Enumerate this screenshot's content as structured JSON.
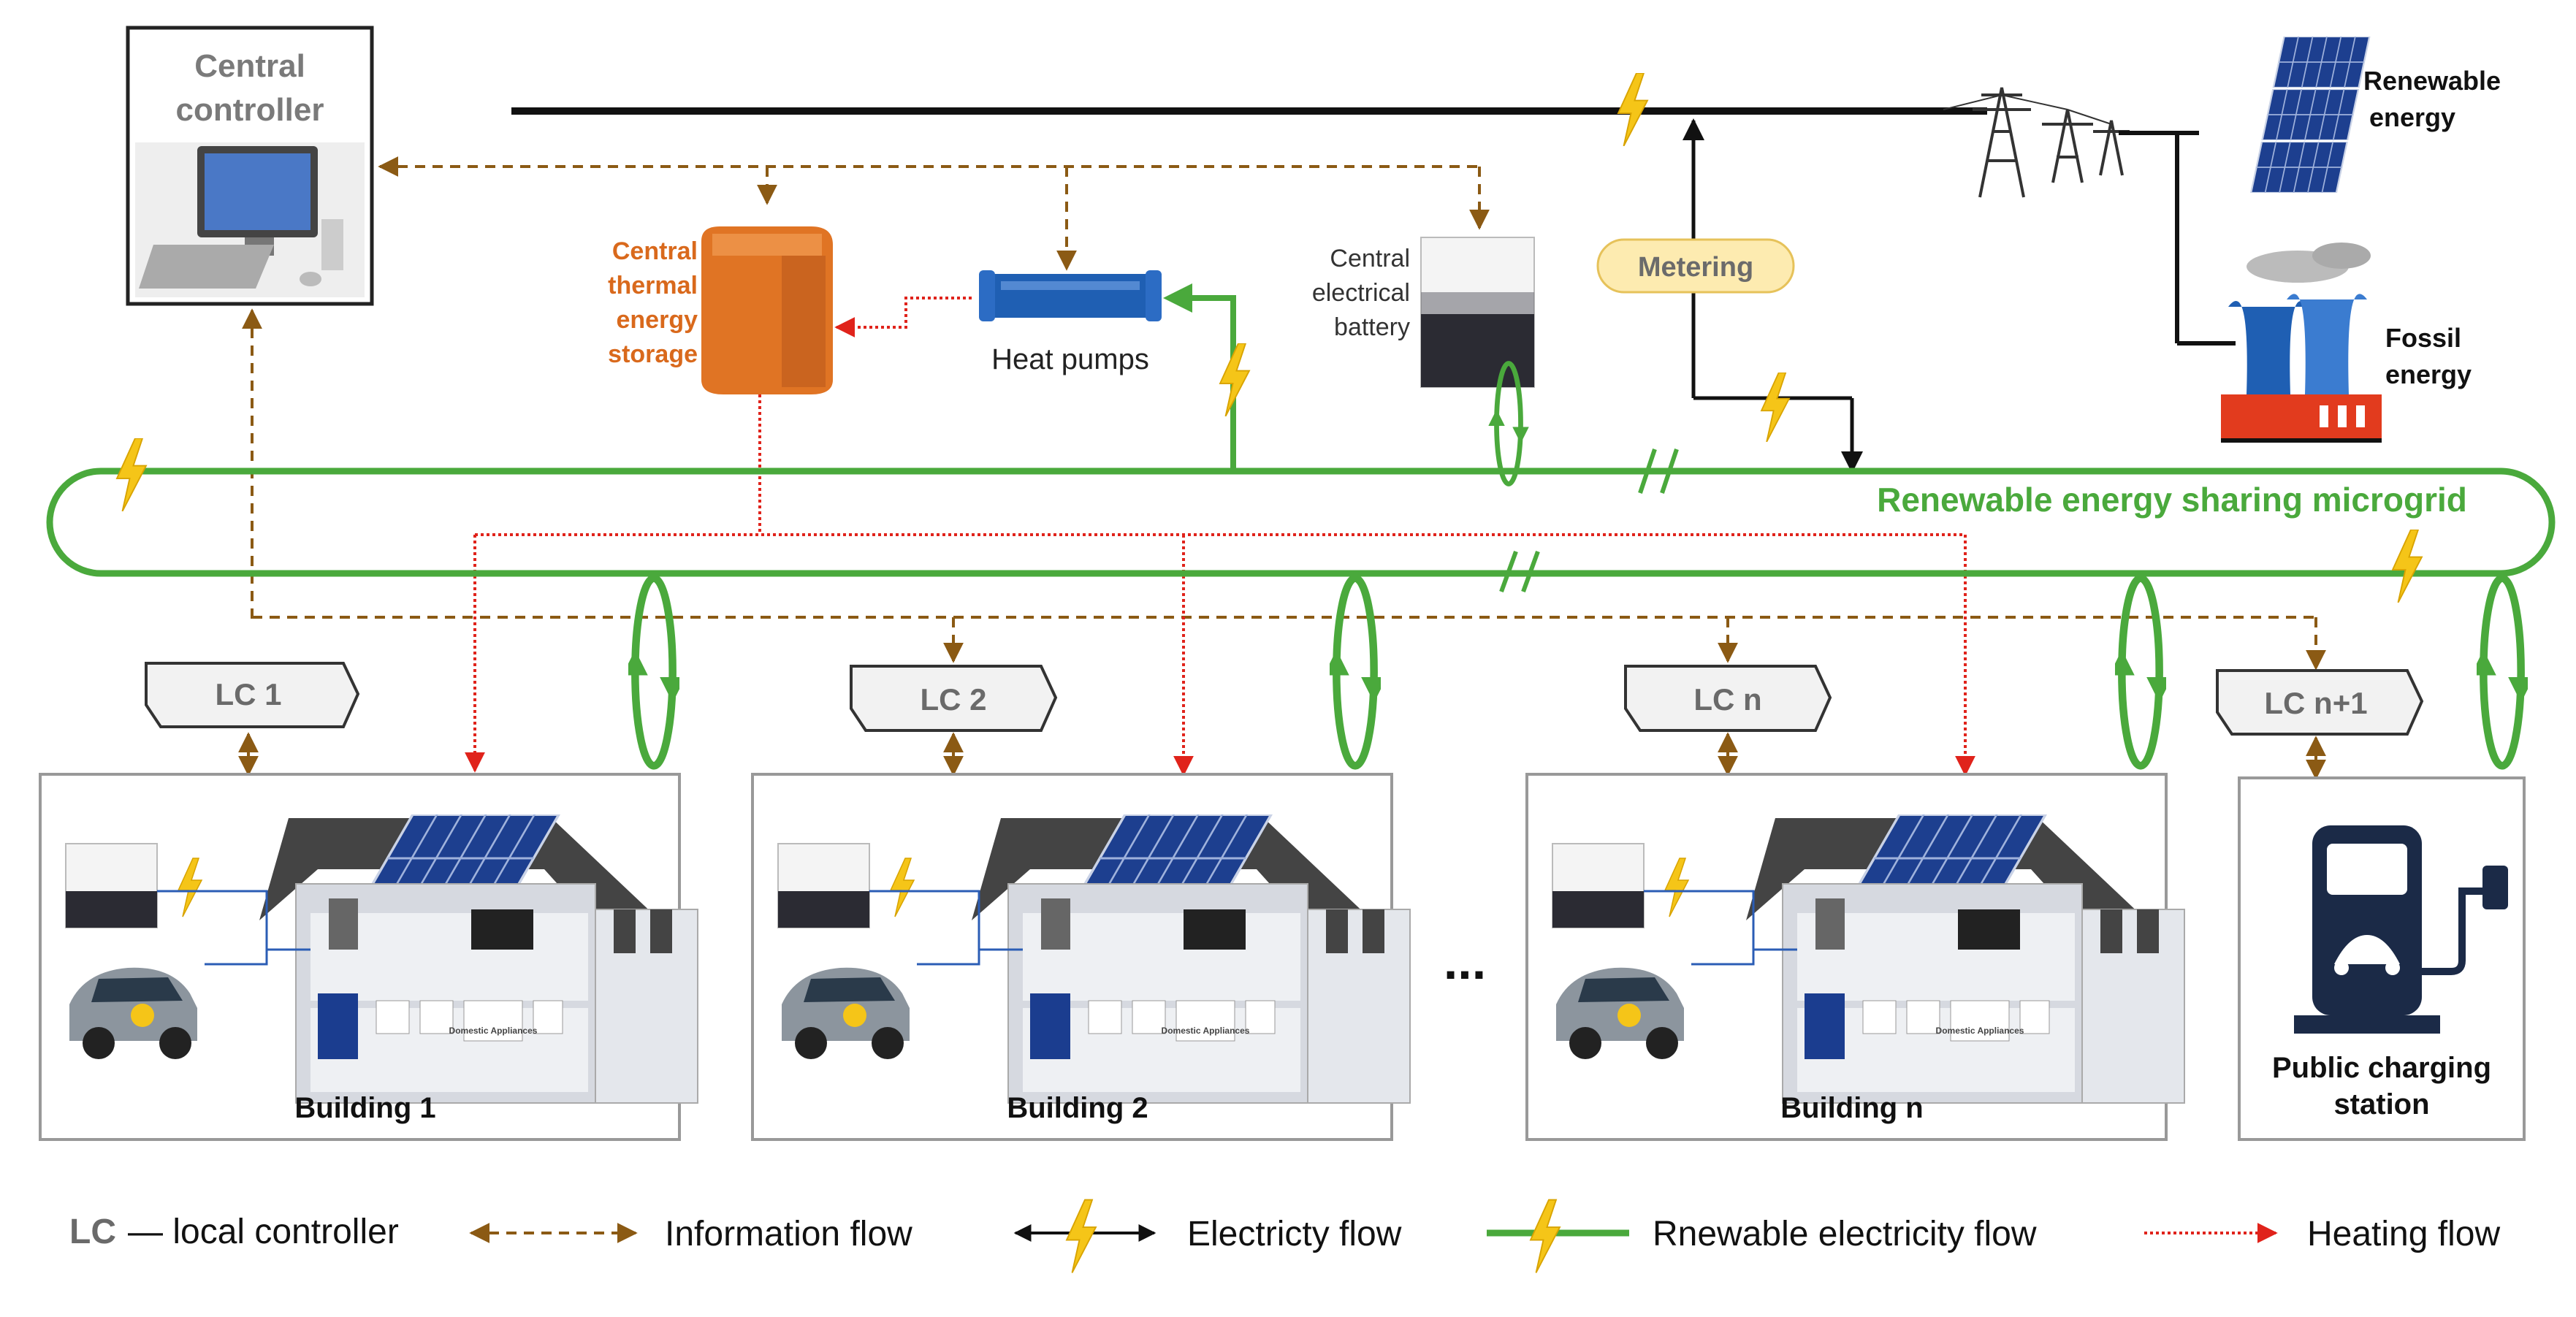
{
  "central_controller": {
    "label_line1": "Central",
    "label_line2": "controller"
  },
  "thermal_storage": {
    "lines": [
      "Central",
      "thermal",
      "energy",
      "storage"
    ]
  },
  "heat_pumps": {
    "label": "Heat pumps"
  },
  "battery": {
    "lines": [
      "Central",
      "electrical",
      "battery"
    ]
  },
  "metering": {
    "label": "Metering"
  },
  "renewable": {
    "line1": "Renewable",
    "line2": "energy"
  },
  "fossil": {
    "line1": "Fossil",
    "line2": "energy"
  },
  "microgrid": {
    "label": "Renewable energy sharing microgrid"
  },
  "local_controllers": [
    "LC 1",
    "LC 2",
    "LC n",
    "LC n+1"
  ],
  "buildings": [
    "Building  1",
    "Building  2",
    "Building  n"
  ],
  "appliances_label": "Domestic Appliances",
  "ellipsis": "...",
  "charging_station": {
    "line1": "Public charging",
    "line2": "station"
  },
  "legend": {
    "lc_abbr": "LC",
    "lc_desc": "— local controller",
    "information": "Information flow",
    "electricity": "Electricty flow",
    "renewable": "Rnewable electricity flow",
    "heating": "Heating flow"
  },
  "colors": {
    "microgrid_green": "#4aa93c",
    "info_brown": "#8b5a14",
    "heat_red": "#e0231b",
    "bolt_yellow": "#f5c518",
    "storage_orange": "#d9691c",
    "heatpump_blue": "#1f5fb3",
    "metering_fill": "#fdebb0"
  }
}
